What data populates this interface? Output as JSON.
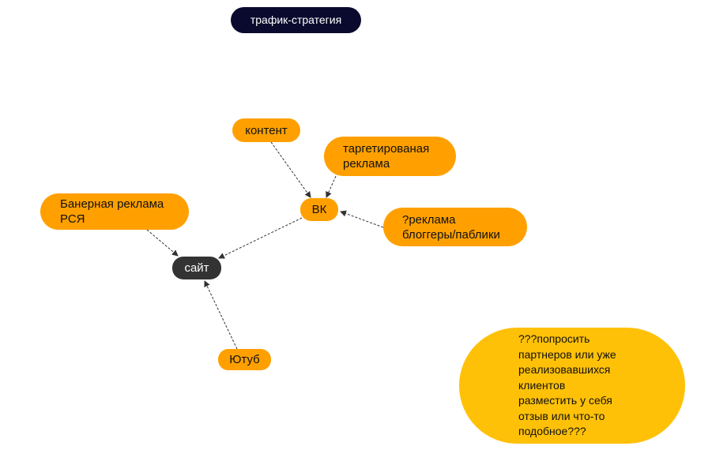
{
  "nodes": {
    "title": "трафик-стратегия",
    "content": "контент",
    "targeted_ads": "таргетированая\nреклама",
    "vk": "ВК",
    "bloggers": "?реклама\nблоггеры/паблики",
    "banner_ads": "Банерная реклама\nРСЯ",
    "site": "сайт",
    "youtube": "Ютуб",
    "partners_note": "???попросить\nпартнеров или уже\nреализовавшихся\nклиентов\nразместить у себя\nотзыв или что-то\nподобное???"
  },
  "edges": [
    {
      "from": "content",
      "to": "vk"
    },
    {
      "from": "targeted_ads",
      "to": "vk"
    },
    {
      "from": "bloggers",
      "to": "vk"
    },
    {
      "from": "vk",
      "to": "site"
    },
    {
      "from": "banner_ads",
      "to": "site"
    },
    {
      "from": "youtube",
      "to": "site"
    }
  ],
  "colors": {
    "orange": "#FFA000",
    "yellow": "#FFC107",
    "dark": "#333333",
    "navy": "#0A0A2E",
    "edge": "#333333"
  }
}
